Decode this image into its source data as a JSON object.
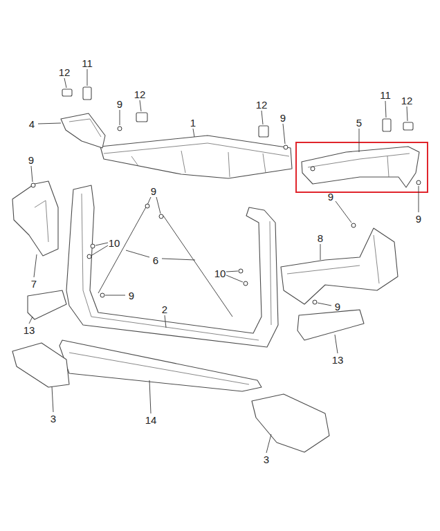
{
  "diagram": {
    "labels": [
      "11",
      "12",
      "12",
      "9",
      "11",
      "12",
      "12",
      "9",
      "4",
      "1",
      "5",
      "9",
      "9",
      "9",
      "9",
      "8",
      "10",
      "6",
      "10",
      "7",
      "9",
      "9",
      "2",
      "13",
      "13",
      "3",
      "14",
      "3"
    ]
  }
}
